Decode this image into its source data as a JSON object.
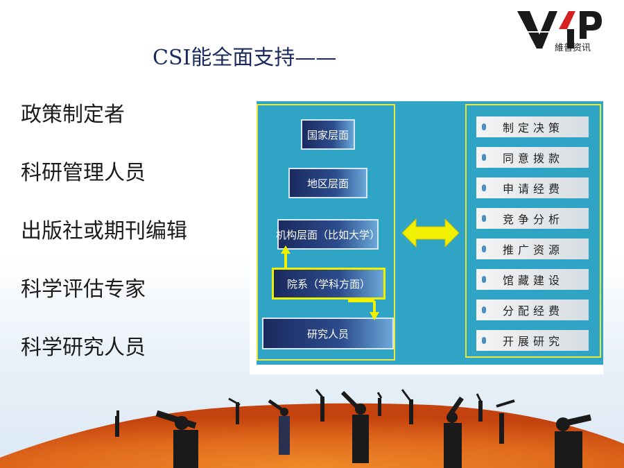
{
  "slide": {
    "title": "CSI能全面支持——",
    "logo": {
      "brand_mark": "VIP",
      "brand_text": "維普资讯"
    },
    "left_list": [
      "政策制定者",
      "科研管理人员",
      "出版社或期刊编辑",
      "科学评估专家",
      "科学研究人员"
    ],
    "diagram": {
      "levels": [
        "国家层面",
        "地区层面",
        "机构层面（比如大学）",
        "院系（学科方面）",
        "研究人员"
      ],
      "actions": [
        "制定决策",
        "同意拨款",
        "申请经费",
        "竞争分析",
        "推广资源",
        "馆藏建设",
        "分配经费",
        "开展研究"
      ],
      "colors": {
        "diagram_bg": "#2fa4c4",
        "panel_border": "#e8e83a",
        "arrow": "#f0f000"
      }
    },
    "illustration": "people-with-telescopes-on-orange-horizon"
  }
}
